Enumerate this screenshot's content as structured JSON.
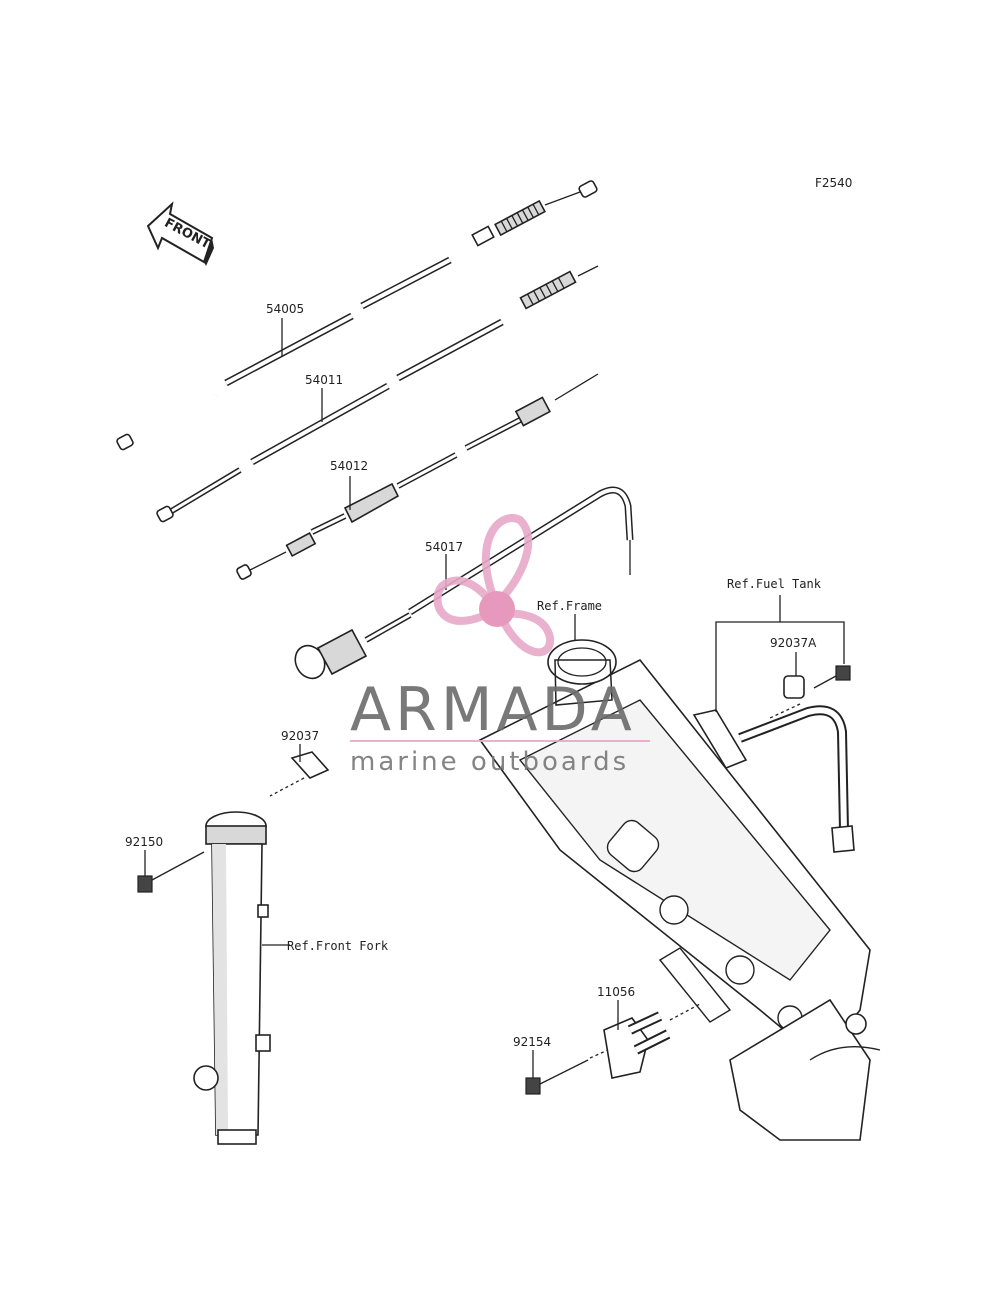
{
  "diagram": {
    "code": "F2540",
    "front_arrow": "FRONT",
    "parts": {
      "p54005": "54005",
      "p54011": "54011",
      "p54012": "54012",
      "p54017": "54017",
      "p92037": "92037",
      "p92037A": "92037A",
      "p92150": "92150",
      "p11056": "11056",
      "p92154": "92154"
    },
    "refs": {
      "frame": "Ref.Frame",
      "fuel_tank": "Ref.Fuel Tank",
      "front_fork": "Ref.Front Fork"
    }
  },
  "watermark": {
    "brand": "ARMADA",
    "tagline": "marine outboards",
    "colors": {
      "propeller": "#e7a9c8",
      "hub": "#e48fb6",
      "text": "#6b6b6b"
    }
  }
}
